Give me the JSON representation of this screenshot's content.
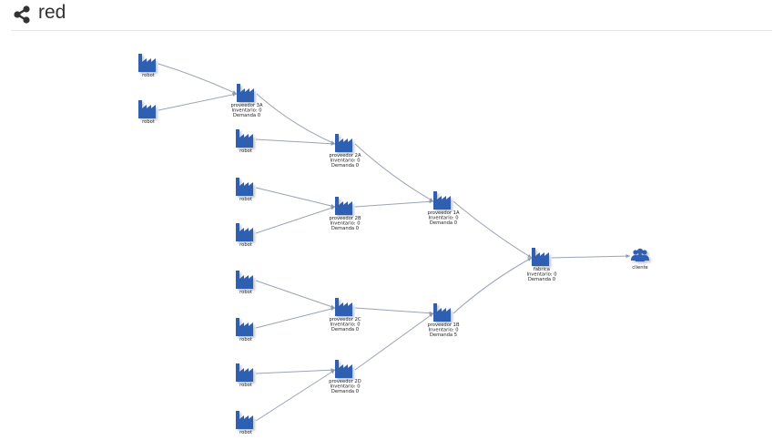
{
  "header": {
    "title": "red",
    "icon": "share-icon"
  },
  "colors": {
    "node": "#2f5fb0",
    "edge": "#9aa4b4",
    "shadow": "#b9c1cc"
  },
  "nodes": [
    {
      "id": "r1",
      "type": "factory",
      "lines": [
        "robot"
      ]
    },
    {
      "id": "r2",
      "type": "factory",
      "lines": [
        "robot"
      ]
    },
    {
      "id": "p3a",
      "type": "factory",
      "lines": [
        "proveedor 3A",
        "Inventario: 0",
        "Demanda 0"
      ]
    },
    {
      "id": "r3",
      "type": "factory",
      "lines": [
        "robot"
      ]
    },
    {
      "id": "p2a",
      "type": "factory",
      "lines": [
        "proveedor 2A",
        "Inventario: 0",
        "Demanda 0"
      ]
    },
    {
      "id": "r4",
      "type": "factory",
      "lines": [
        "robot"
      ]
    },
    {
      "id": "r5",
      "type": "factory",
      "lines": [
        "robot"
      ]
    },
    {
      "id": "p2b",
      "type": "factory",
      "lines": [
        "proveedor 2B",
        "Inventario: 0",
        "Demanda 0"
      ]
    },
    {
      "id": "p1a",
      "type": "factory",
      "lines": [
        "proveedor 1A",
        "Inventario: 0",
        "Demanda 0"
      ]
    },
    {
      "id": "fab",
      "type": "factory",
      "lines": [
        "fabrica",
        "Inventario: 0",
        "Demanda 0"
      ]
    },
    {
      "id": "cli",
      "type": "client",
      "lines": [
        "cliente"
      ]
    },
    {
      "id": "r6",
      "type": "factory",
      "lines": [
        "robot"
      ]
    },
    {
      "id": "r7",
      "type": "factory",
      "lines": [
        "robot"
      ]
    },
    {
      "id": "p2c",
      "type": "factory",
      "lines": [
        "proveedor 2C",
        "Inventario: 0",
        "Demanda 0"
      ]
    },
    {
      "id": "p1b",
      "type": "factory",
      "lines": [
        "proveedor 1B",
        "Inventario: 0",
        "Demanda 5"
      ]
    },
    {
      "id": "r8",
      "type": "factory",
      "lines": [
        "robot"
      ]
    },
    {
      "id": "p2d",
      "type": "factory",
      "lines": [
        "proveedor 2D",
        "Inventario: 0",
        "Demanda 0"
      ]
    },
    {
      "id": "r9",
      "type": "factory",
      "lines": [
        "robot"
      ]
    }
  ],
  "edges": [
    {
      "from": "r1",
      "to": "p3a"
    },
    {
      "from": "r2",
      "to": "p3a"
    },
    {
      "from": "p3a",
      "to": "p2a"
    },
    {
      "from": "r3",
      "to": "p2a"
    },
    {
      "from": "p2a",
      "to": "p1a"
    },
    {
      "from": "r4",
      "to": "p2b"
    },
    {
      "from": "r5",
      "to": "p2b"
    },
    {
      "from": "p2b",
      "to": "p1a"
    },
    {
      "from": "p1a",
      "to": "fab"
    },
    {
      "from": "fab",
      "to": "cli"
    },
    {
      "from": "r6",
      "to": "p2c"
    },
    {
      "from": "r7",
      "to": "p2c"
    },
    {
      "from": "p2c",
      "to": "p1b"
    },
    {
      "from": "r8",
      "to": "p2d"
    },
    {
      "from": "r9",
      "to": "p2d"
    },
    {
      "from": "p2d",
      "to": "p1b"
    },
    {
      "from": "p1b",
      "to": "fab"
    }
  ]
}
